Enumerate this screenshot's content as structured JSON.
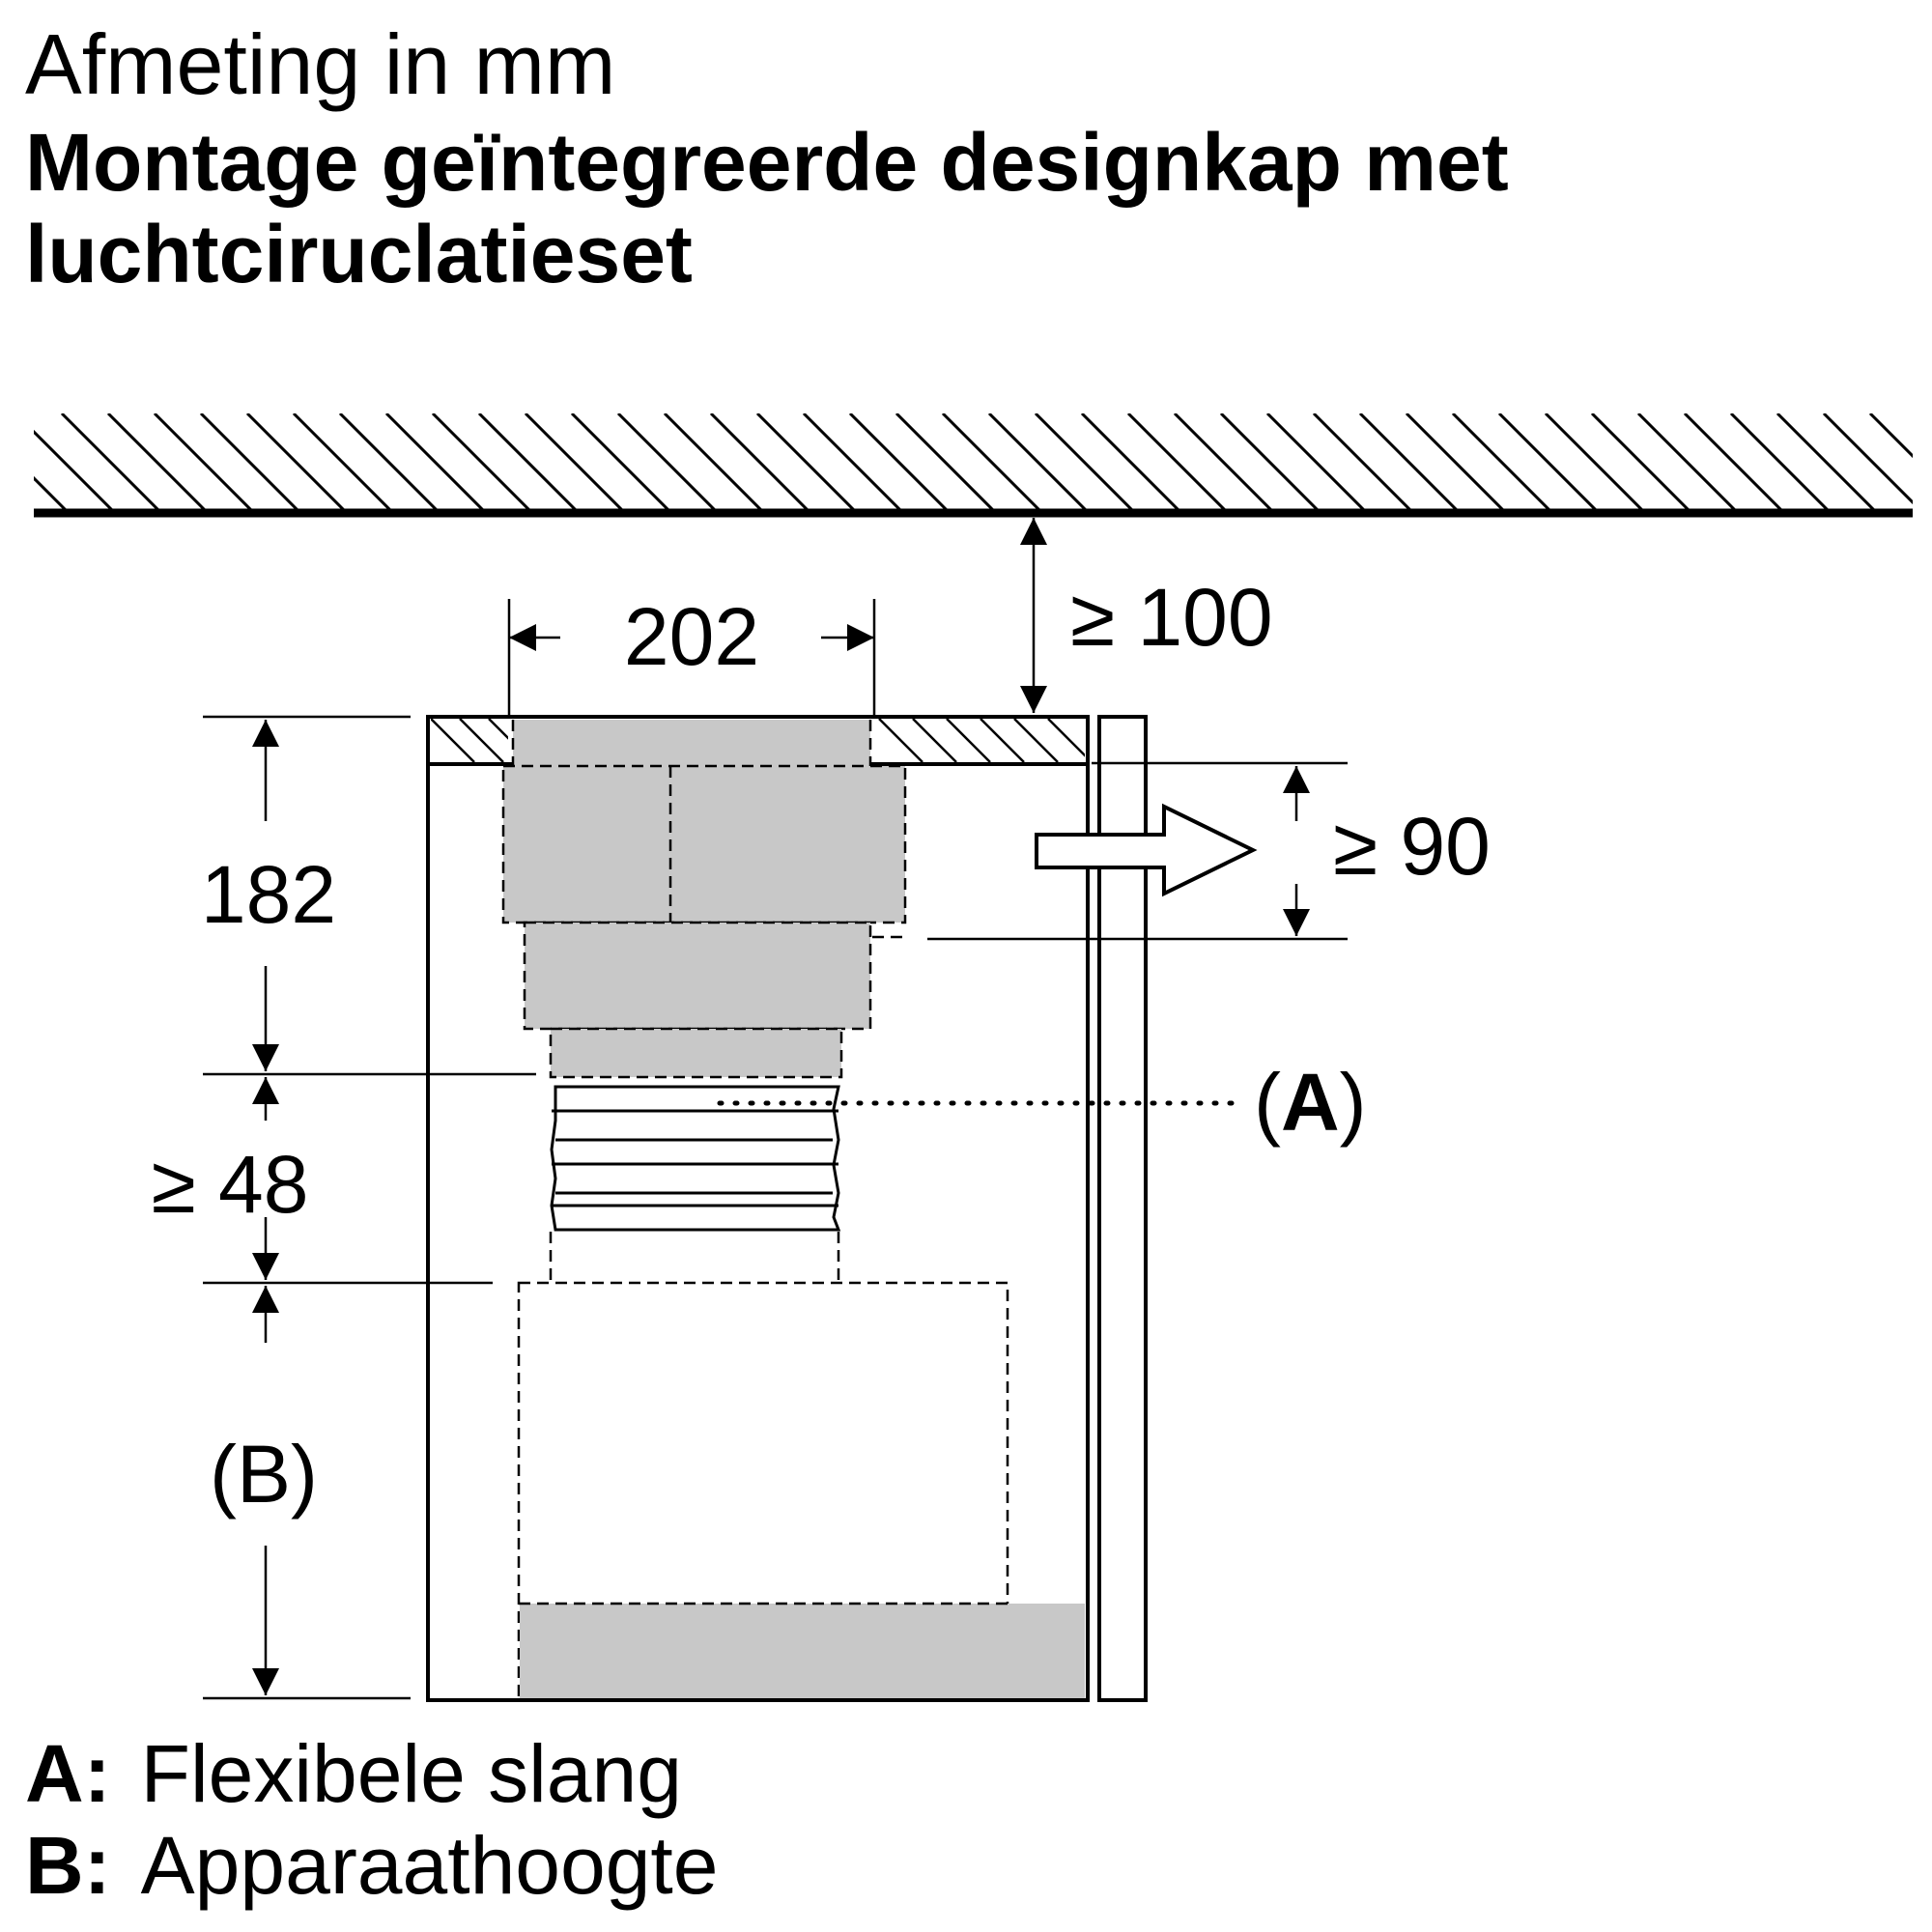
{
  "header": {
    "subtitle": "Afmeting in mm",
    "title_line1": "Montage geïntegreerde designkap met",
    "title_line2": "luchtciruclatieset"
  },
  "dimensions": {
    "top_clearance": "≥ 100",
    "width_202": "202",
    "height_182": "182",
    "side_clearance": "≥ 90",
    "gap_48": "≥ 48",
    "label_a": "(A)",
    "label_b": "(B)"
  },
  "legend": {
    "a_key": "A:",
    "a_text": "Flexibele slang",
    "b_key": "B:",
    "b_text": "Apparaathoogte"
  },
  "colors": {
    "ink": "#000000",
    "fill_gray": "#c8c8c8",
    "background": "#ffffff"
  }
}
